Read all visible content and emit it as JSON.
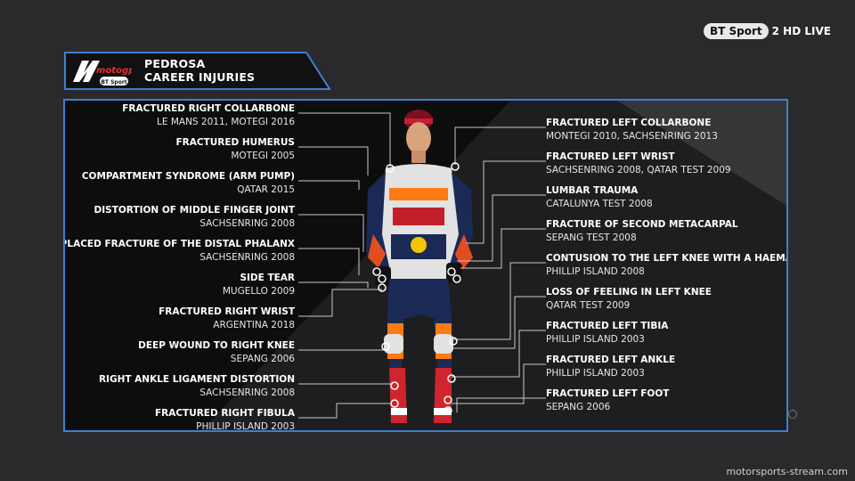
{
  "broadcaster": {
    "logo_text": "BT Sport",
    "channel": "2 HD LIVE"
  },
  "title": {
    "line1": "PEDROSA",
    "line2": "CAREER INJURIES"
  },
  "logo": {
    "brand": "motogp",
    "sub": "BT Sport"
  },
  "colors": {
    "accent": "#3f7fd0",
    "background": "#2a2a2c",
    "panel": "#0d0d0e"
  },
  "left_injuries": [
    {
      "injury": "FRACTURED RIGHT COLLARBONE",
      "where": "LE MANS 2011, MOTEGI 2016"
    },
    {
      "injury": "FRACTURED HUMERUS",
      "where": "MOTEGI 2005"
    },
    {
      "injury": "COMPARTMENT SYNDROME (ARM PUMP)",
      "where": "QATAR 2015"
    },
    {
      "injury": "DISTORTION OF MIDDLE FINGER JOINT",
      "where": "SACHSENRING 2008"
    },
    {
      "injury": "DISPLACED FRACTURE OF THE DISTAL PHALANX",
      "where": "SACHSENRING 2008"
    },
    {
      "injury": "SIDE TEAR",
      "where": "MUGELLO 2009"
    },
    {
      "injury": "FRACTURED RIGHT WRIST",
      "where": "ARGENTINA 2018"
    },
    {
      "injury": "DEEP WOUND TO RIGHT KNEE",
      "where": "SEPANG 2006"
    },
    {
      "injury": "RIGHT ANKLE LIGAMENT DISTORTION",
      "where": "SACHSENRING 2008"
    },
    {
      "injury": "FRACTURED RIGHT FIBULA",
      "where": "PHILLIP ISLAND 2003"
    }
  ],
  "right_injuries": [
    {
      "injury": "FRACTURED LEFT COLLARBONE",
      "where": "MONTEGI 2010, SACHSENRING 2013"
    },
    {
      "injury": "FRACTURED LEFT WRIST",
      "where": "SACHSENRING 2008, QATAR TEST 2009"
    },
    {
      "injury": "LUMBAR TRAUMA",
      "where": "CATALUNYA TEST 2008"
    },
    {
      "injury": "FRACTURE OF SECOND METACARPAL",
      "where": "SEPANG TEST 2008"
    },
    {
      "injury": "CONTUSION TO THE LEFT KNEE WITH A HAEMATOMA",
      "where": "PHILLIP ISLAND 2008"
    },
    {
      "injury": "LOSS OF FEELING IN LEFT KNEE",
      "where": "QATAR TEST 2009"
    },
    {
      "injury": "FRACTURED LEFT TIBIA",
      "where": "PHILLIP ISLAND 2003"
    },
    {
      "injury": "FRACTURED LEFT ANKLE",
      "where": "PHILLIP ISLAND 2003"
    },
    {
      "injury": "FRACTURED LEFT FOOT",
      "where": "SEPANG 2006"
    }
  ],
  "watermark": "motorsports-stream.com"
}
